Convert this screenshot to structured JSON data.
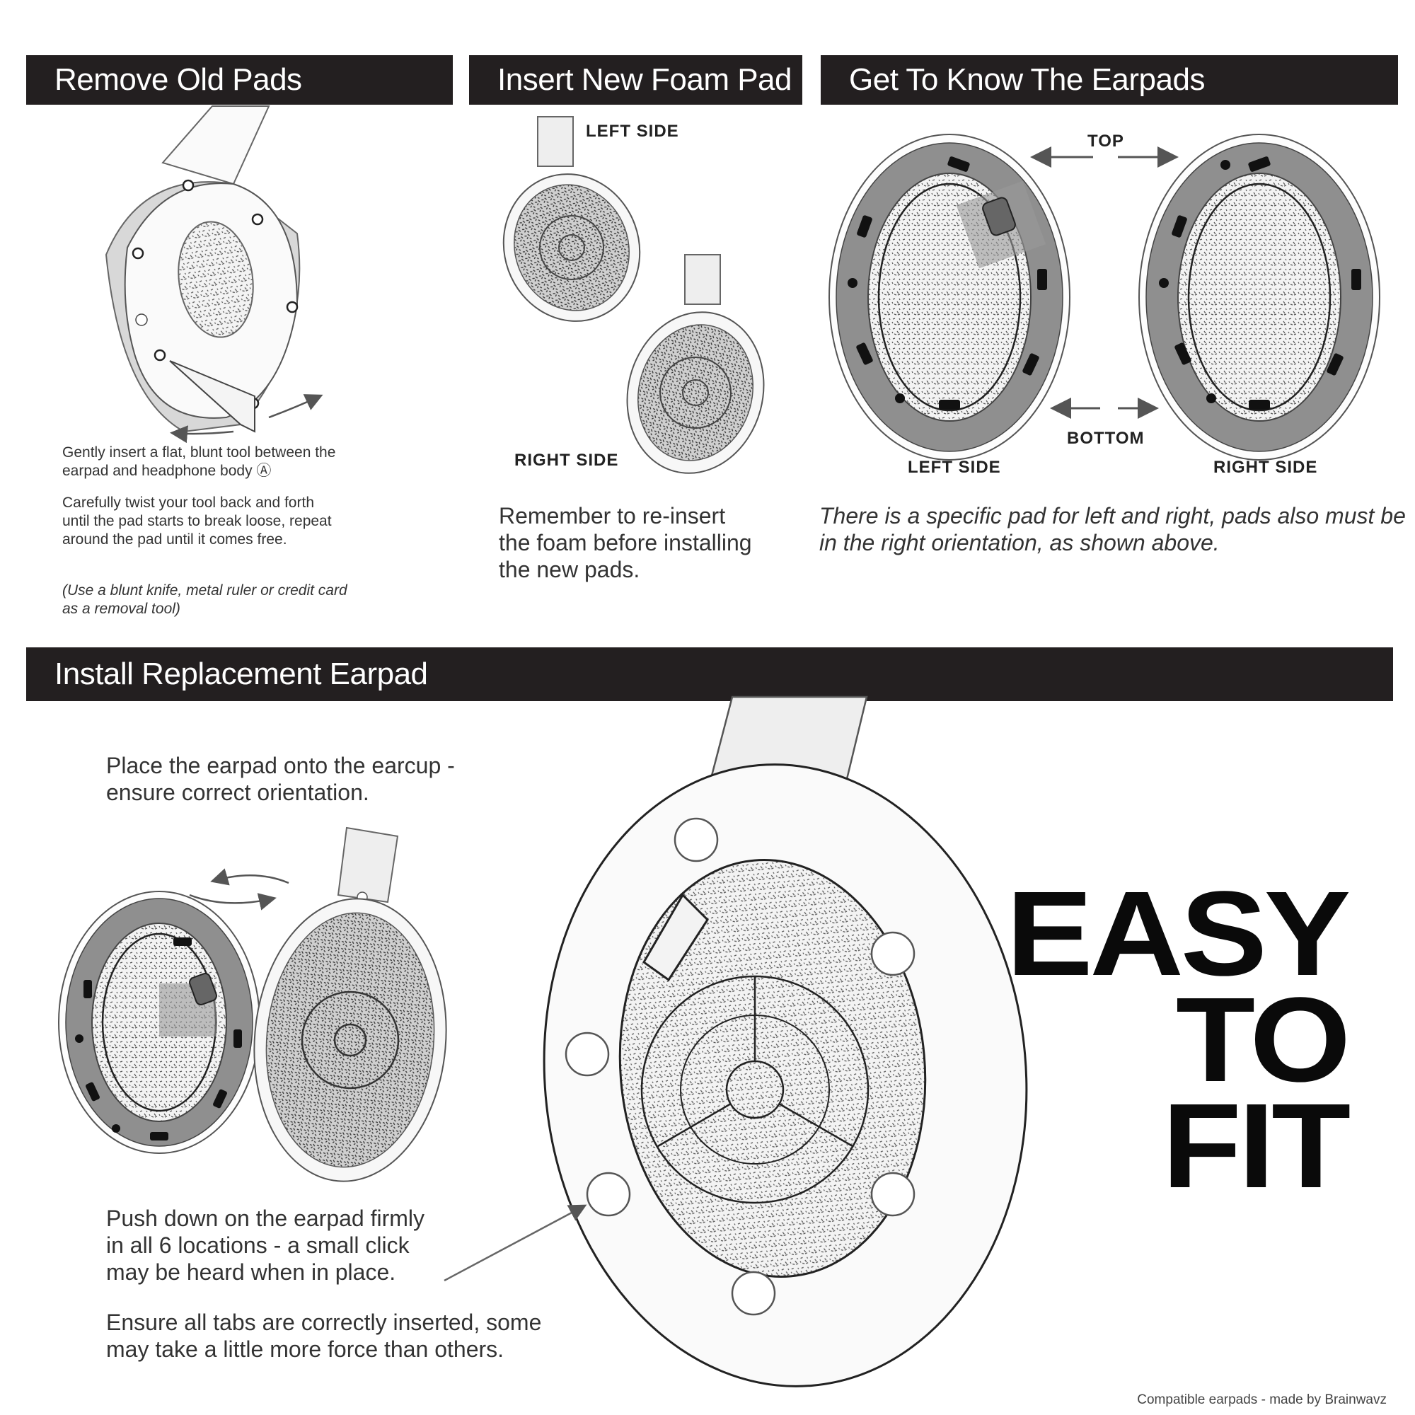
{
  "sections": {
    "remove": {
      "title": "Remove Old Pads",
      "step1": "Gently insert a flat, blunt tool between the\nearpad and headphone body Ⓐ",
      "step2": "Carefully twist your tool back and forth\nuntil the pad starts to break loose, repeat\naround the pad until it comes free.",
      "note": "(Use a blunt knife, metal ruler or credit card\nas a removal tool)"
    },
    "foam": {
      "title": "Insert New Foam Pad",
      "left_label": "LEFT SIDE",
      "right_label": "RIGHT SIDE",
      "text": "Remember to re-insert\nthe foam before installing\nthe new pads."
    },
    "know": {
      "title": "Get To Know The Earpads",
      "top_label": "TOP",
      "bottom_label": "BOTTOM",
      "left_label": "LEFT SIDE",
      "right_label": "RIGHT SIDE",
      "text": "There is a specific pad for left and right, pads also must be\nin the right orientation, as shown above."
    },
    "install": {
      "title": "Install Replacement Earpad",
      "step1": "Place the earpad onto the earcup -\nensure correct orientation.",
      "step2": "Push down on the earpad firmly\nin all 6 locations - a small click\nmay be heard when in place.",
      "step3": "Ensure all tabs are correctly inserted, some\nmay take a little more force than others."
    }
  },
  "slogan": "EASY\nTO\nFIT",
  "footer": "Compatible earpads - made by Brainwavz",
  "colors": {
    "header_bg": "#231f20",
    "pad_gray": "#8f8f8f",
    "ring_light": "#e4e4e4"
  }
}
